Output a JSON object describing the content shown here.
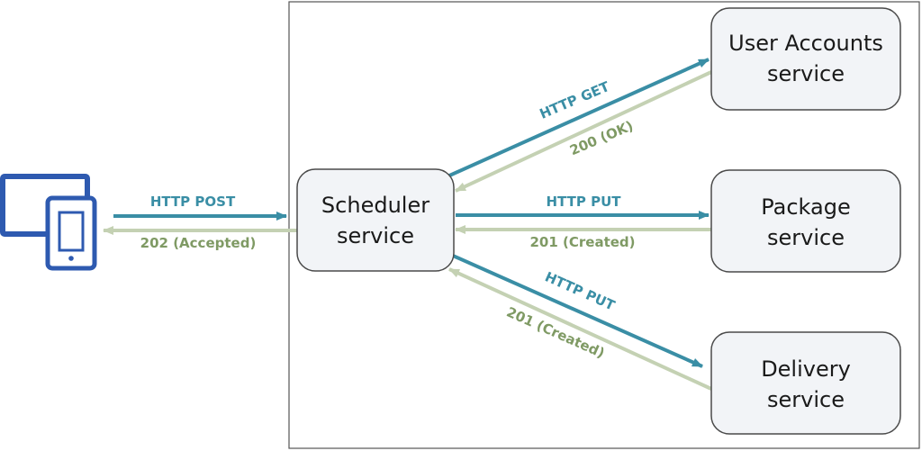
{
  "colors": {
    "request": "#3a8ea5",
    "response": "#7f9a64",
    "response_line": "#c4d1b3",
    "device": "#2e5ab0",
    "box_fill": "#f2f4f7",
    "box_stroke": "#4a4a4a",
    "boundary": "#555555"
  },
  "client": {
    "icon": "devices-icon"
  },
  "nodes": {
    "scheduler": {
      "line1": "Scheduler",
      "line2": "service"
    },
    "user_accounts": {
      "line1": "User Accounts",
      "line2": "service"
    },
    "package": {
      "line1": "Package",
      "line2": "service"
    },
    "delivery": {
      "line1": "Delivery",
      "line2": "service"
    }
  },
  "edges": {
    "client_post": "HTTP POST",
    "client_accepted": "202 (Accepted)",
    "user_get": "HTTP GET",
    "user_ok": "200 (OK)",
    "package_put": "HTTP PUT",
    "package_created": "201 (Created)",
    "delivery_put": "HTTP PUT",
    "delivery_created": "201 (Created)"
  }
}
